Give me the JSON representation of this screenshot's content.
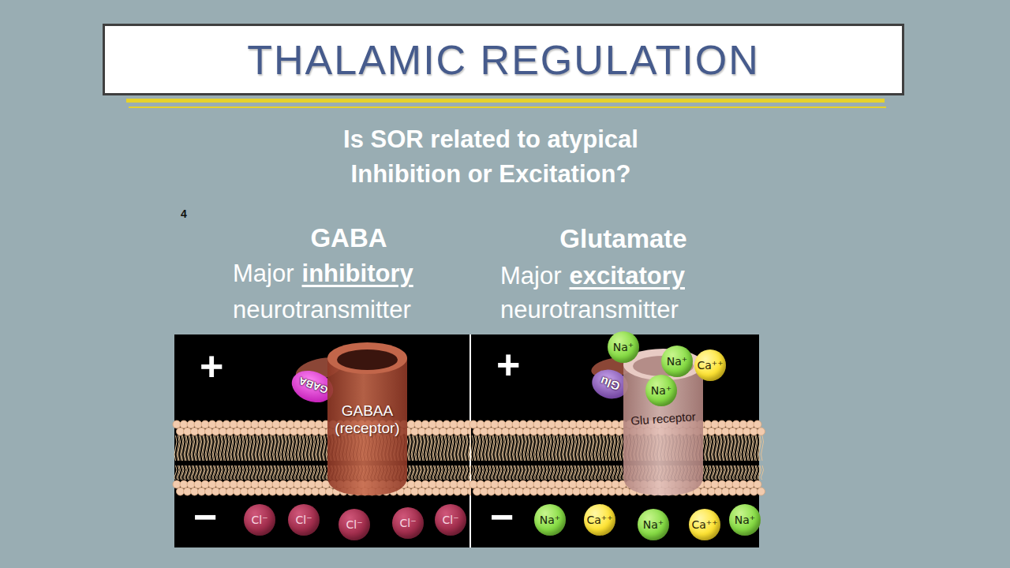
{
  "diagram": {
    "title": "THALAMIC REGULATION",
    "nodes": [
      {
        "text": [
          "+",
          "−"
        ]
      },
      {
        "text": [
          "GABA"
        ],
        "in": 0
      },
      {
        "text": [
          "GABAA (receptor)"
        ],
        "in": 0
      },
      {
        "text": [
          "Cl⁻"
        ],
        "in": 0
      },
      {
        "text": [
          "Cl⁻"
        ],
        "in": 0
      },
      {
        "text": [
          "Cl⁻"
        ],
        "in": 0
      },
      {
        "text": [
          "Cl⁻"
        ],
        "in": 0
      },
      {
        "text": [
          "Cl⁻"
        ],
        "in": 0
      },
      {
        "text": [
          "+",
          "−"
        ]
      },
      {
        "text": [
          "Glu"
        ],
        "in": 8
      },
      {
        "text": [
          "Glu receptor"
        ],
        "in": 8
      },
      {
        "text": [
          "Na⁺"
        ],
        "in": 8
      },
      {
        "text": [
          "Na⁺"
        ],
        "in": 8
      },
      {
        "text": [
          "Ca⁺⁺"
        ],
        "in": 8
      },
      {
        "text": [
          "Na⁺"
        ],
        "in": 8
      },
      {
        "text": [
          "Na⁺"
        ],
        "in": 8
      },
      {
        "text": [
          "Ca⁺⁺"
        ],
        "in": 8
      },
      {
        "text": [
          "Na⁺"
        ],
        "in": 8
      },
      {
        "text": [
          "Ca⁺⁺"
        ],
        "in": 8
      },
      {
        "text": [
          "Na⁺"
        ],
        "in": 8
      }
    ],
    "labels": [
      "Is SOR related to atypical Inhibition or Excitation?",
      "4",
      "GABA",
      "Major",
      "inhibitory",
      "neurotransmitter",
      "Glutamate",
      "Major",
      "excitatory",
      "neurotransmitter"
    ]
  }
}
